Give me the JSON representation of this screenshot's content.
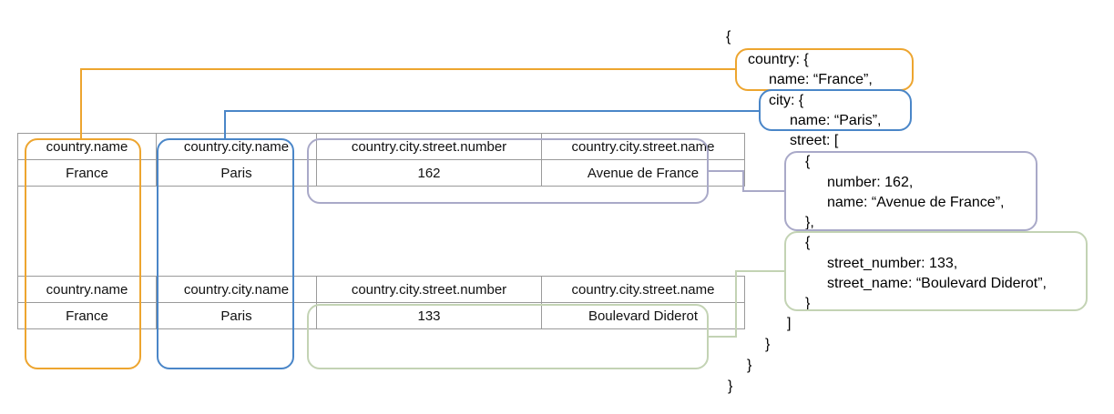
{
  "diagram": {
    "title": "Nested JSON to flattened table mapping",
    "colors": {
      "orange": "#eda52f",
      "blue": "#4a86c8",
      "purple": "#a9a9c8",
      "green": "#c3d3b4",
      "grid": "#9a9a9a",
      "text": "#000000"
    }
  },
  "table": {
    "columns": [
      "country.name",
      "country.city.name",
      "country.city.street.number",
      "country.city.street.name"
    ],
    "blocks": [
      {
        "headers": [
          "country.name",
          "country.city.name",
          "country.city.street.number",
          "country.city.street.name"
        ],
        "values": [
          "France",
          "Paris",
          "162",
          "Avenue de France"
        ]
      },
      {
        "headers": [
          "country.name",
          "country.city.name",
          "country.city.street.number",
          "country.city.street.name"
        ],
        "values": [
          "France",
          "Paris",
          "133",
          "Boulevard Diderot"
        ]
      }
    ]
  },
  "json_panel": {
    "lines": [
      "{",
      "country: {",
      "name: “France”,",
      "city: {",
      "name: “Paris”,",
      "street: [",
      "{",
      "number: 162,",
      "name: “Avenue de France”,",
      "},",
      "{",
      "street_number: 133,",
      "street_name: “Boulevard Diderot”,",
      "}",
      "]",
      "}",
      "}",
      "}"
    ],
    "open_brace": "{",
    "country_key": "country: {",
    "country_name": "name: “France”,",
    "city_key": "city: {",
    "city_name": "name: “Paris”,",
    "street_key": "street: [",
    "street1_open": "{",
    "street1_number": "number: 162,",
    "street1_name": "name: “Avenue de France”,",
    "street1_close": "},",
    "street2_open": "{",
    "street2_number": "street_number: 133,",
    "street2_name": "street_name: “Boulevard Diderot”,",
    "street2_close": "}",
    "street_array_close": "]",
    "city_close": "}",
    "country_close": "}",
    "root_close": "}"
  }
}
